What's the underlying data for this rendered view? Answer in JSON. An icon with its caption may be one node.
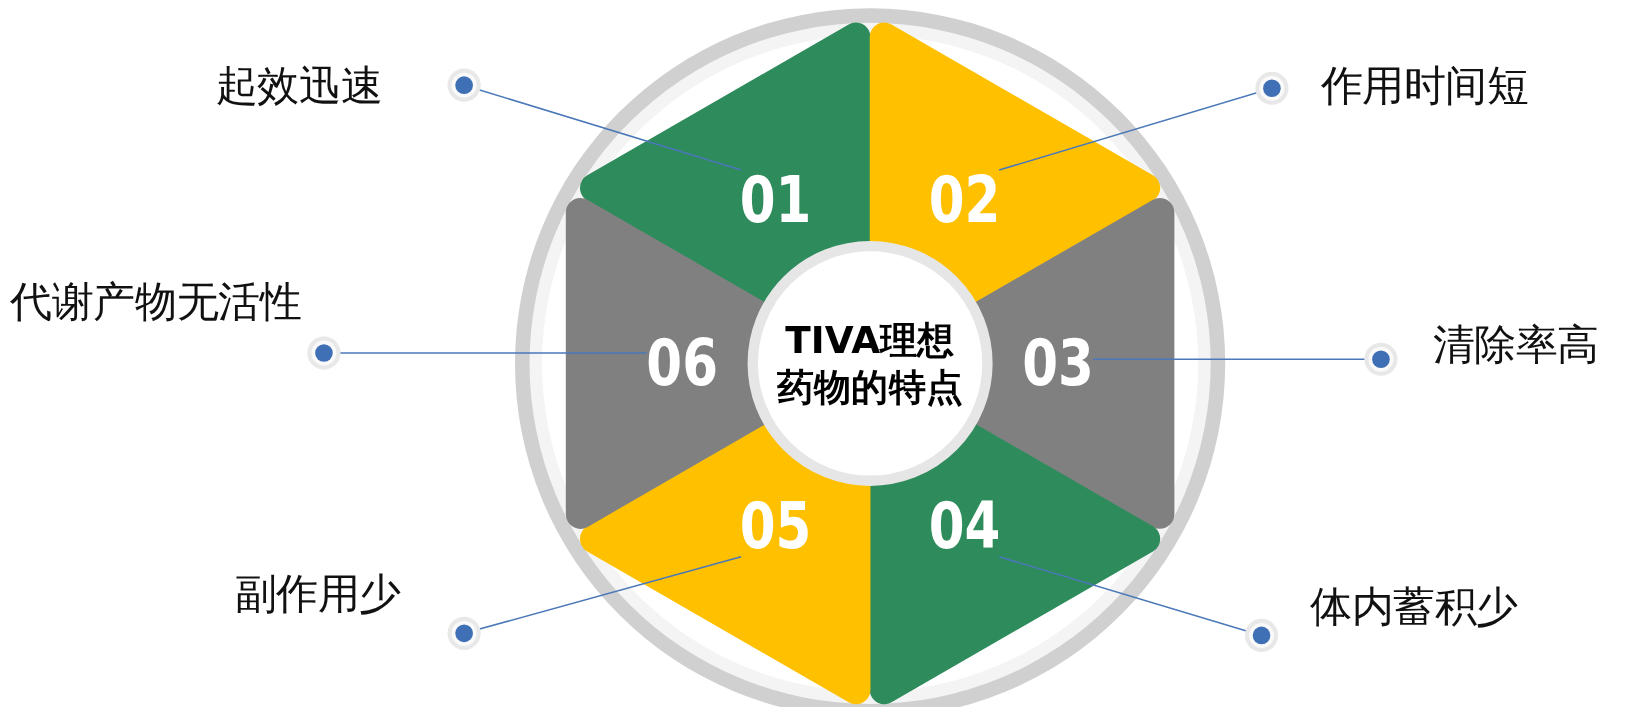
{
  "diagram": {
    "nodes": [
      {
        "text": [
          "TIVA理想药物的特点"
        ]
      },
      {
        "text": [
          "01"
        ]
      },
      {
        "text": [
          "02"
        ]
      },
      {
        "text": [
          "03"
        ]
      },
      {
        "text": [
          "04"
        ]
      },
      {
        "text": [
          "05"
        ]
      },
      {
        "text": [
          "06"
        ]
      },
      {
        "text": [
          "起效迅速"
        ]
      },
      {
        "text": [
          "作用时间短"
        ]
      },
      {
        "text": [
          "清除率高"
        ]
      },
      {
        "text": [
          "体内蓄积少"
        ]
      },
      {
        "text": [
          "副作用少"
        ]
      },
      {
        "text": [
          "代谢产物无活性"
        ]
      }
    ],
    "edges": [
      {
        "from": 7,
        "to": 1,
        "arrow": "other"
      },
      {
        "from": 8,
        "to": 2,
        "arrow": "other"
      },
      {
        "from": 9,
        "to": 3,
        "arrow": "other"
      },
      {
        "from": 10,
        "to": 4,
        "arrow": "other"
      },
      {
        "from": 11,
        "to": 5,
        "arrow": "other"
      },
      {
        "from": 12,
        "to": 6,
        "arrow": "other"
      }
    ]
  }
}
